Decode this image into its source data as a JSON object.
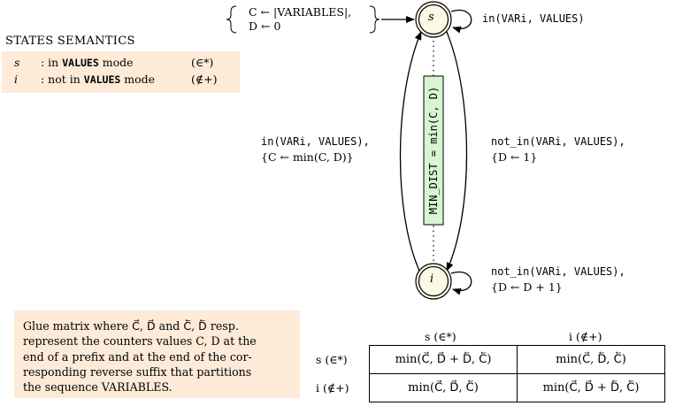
{
  "semantics": {
    "title": "STATES SEMANTICS",
    "rows": [
      {
        "state": "s",
        "desc_prefix": ": in ",
        "desc_code": "VALUES",
        "desc_suffix": " mode",
        "symbol": "(∈*)"
      },
      {
        "state": "i",
        "desc_prefix": ": not in ",
        "desc_code": "VALUES",
        "desc_suffix": " mode",
        "symbol": "(∉+)"
      }
    ]
  },
  "init": {
    "line1": "C ← |VARIABLES|,",
    "line2": "D ← 0"
  },
  "states": {
    "s": {
      "label": "s",
      "loop_label": "in(VARi, VALUES)"
    },
    "i": {
      "label": "i",
      "loop_label_line1": "not_in(VARi, VALUES),",
      "loop_label_line2": "{D ← D + 1}"
    }
  },
  "transitions": {
    "s_to_i": {
      "line1": "not_in(VARi, VALUES),",
      "line2": "{D ← 1}"
    },
    "i_to_s": {
      "line1": "in(VARi, VALUES),",
      "line2": "{C ← min(C, D)}"
    }
  },
  "min_dist": "MIN_DIST = min(C, D)",
  "glue_note": {
    "lines": [
      "Glue matrix where C⃗, D⃗ and C⃖, D⃖ resp.",
      "represent the counters values C, D at the",
      "end of a prefix and at the end of the cor-",
      "responding reverse suffix that partitions",
      "the sequence VARIABLES."
    ]
  },
  "matrix": {
    "col_headers": [
      "s (∈*)",
      "i (∉+)"
    ],
    "row_headers": [
      "s (∈*)",
      "i (∉+)"
    ],
    "cells": [
      [
        "min(C⃗, D⃗ + D⃖, C⃖)",
        "min(C⃗, D⃖, C⃖)"
      ],
      [
        "min(C⃗, D⃗, C⃖)",
        "min(C⃗, D⃗ + D⃖, C⃖)"
      ]
    ]
  },
  "colors": {
    "note_bg": "#fdebd8",
    "state_fill": "#fbf8e4",
    "min_dist_fill": "#d8f5d2"
  }
}
